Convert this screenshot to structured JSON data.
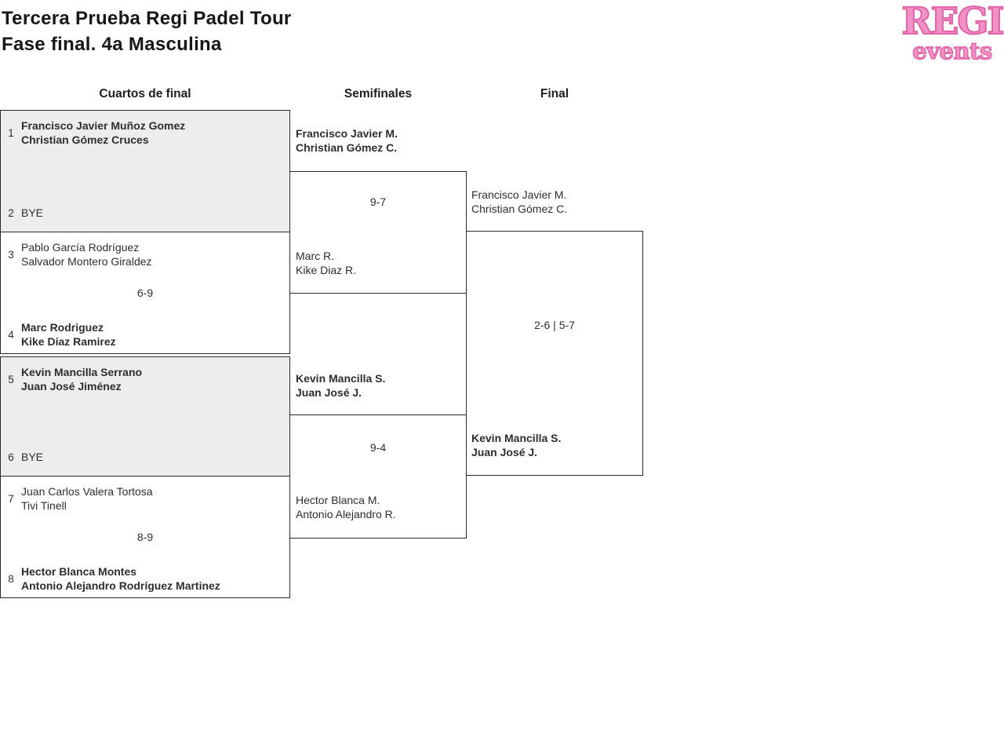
{
  "title": {
    "line1": "Tercera Prueba Regi Padel Tour",
    "line2": "Fase final. 4a Masculina"
  },
  "logo": {
    "word_top": "REGI",
    "word_bottom": "events",
    "fill_color": "#f192c7",
    "outline_color": "#e263a8"
  },
  "rounds": [
    {
      "label": "Cuartos de final"
    },
    {
      "label": "Semifinales"
    },
    {
      "label": "Final"
    }
  ],
  "colors": {
    "match_box_alt_background": "#ededed",
    "border": "#2b2b2b"
  },
  "quarterfinals": [
    {
      "score": "",
      "top": {
        "seed": "1",
        "winner": true,
        "players": [
          "Francisco Javier Muñoz Gomez",
          "Christian Gómez Cruces"
        ]
      },
      "bottom": {
        "seed": "2",
        "winner": false,
        "players": [
          "BYE"
        ]
      }
    },
    {
      "score": "6-9",
      "top": {
        "seed": "3",
        "winner": false,
        "players": [
          "Pablo García Rodríguez",
          "Salvador Montero Giraldez"
        ]
      },
      "bottom": {
        "seed": "4",
        "winner": true,
        "players": [
          "Marc Rodriguez",
          "Kike Diaz Ramirez"
        ]
      }
    },
    {
      "score": "",
      "top": {
        "seed": "5",
        "winner": true,
        "players": [
          "Kevin Mancilla Serrano",
          "Juan José Jiménez"
        ]
      },
      "bottom": {
        "seed": "6",
        "winner": false,
        "players": [
          "BYE"
        ]
      }
    },
    {
      "score": "8-9",
      "top": {
        "seed": "7",
        "winner": false,
        "players": [
          "Juan Carlos Valera Tortosa",
          "Tivi Tinell"
        ]
      },
      "bottom": {
        "seed": "8",
        "winner": true,
        "players": [
          "Hector Blanca Montes",
          "Antonio Alejandro Rodríguez Martinez"
        ]
      }
    }
  ],
  "semifinals": [
    {
      "score": "9-7",
      "top": {
        "winner": true,
        "players": [
          "Francisco Javier M.",
          "Christian Gómez C."
        ]
      },
      "bottom": {
        "winner": false,
        "players": [
          "Marc R.",
          "Kike Diaz R."
        ]
      }
    },
    {
      "score": "9-4",
      "top": {
        "winner": true,
        "players": [
          "Kevin Mancilla S.",
          "Juan José J."
        ]
      },
      "bottom": {
        "winner": false,
        "players": [
          "Hector Blanca M.",
          "Antonio Alejandro R."
        ]
      }
    }
  ],
  "final": {
    "score": "2-6 | 5-7",
    "top": {
      "winner": false,
      "players": [
        "Francisco Javier M.",
        "Christian Gómez C."
      ]
    },
    "bottom": {
      "winner": true,
      "players": [
        "Kevin Mancilla S.",
        "Juan José J."
      ]
    }
  }
}
